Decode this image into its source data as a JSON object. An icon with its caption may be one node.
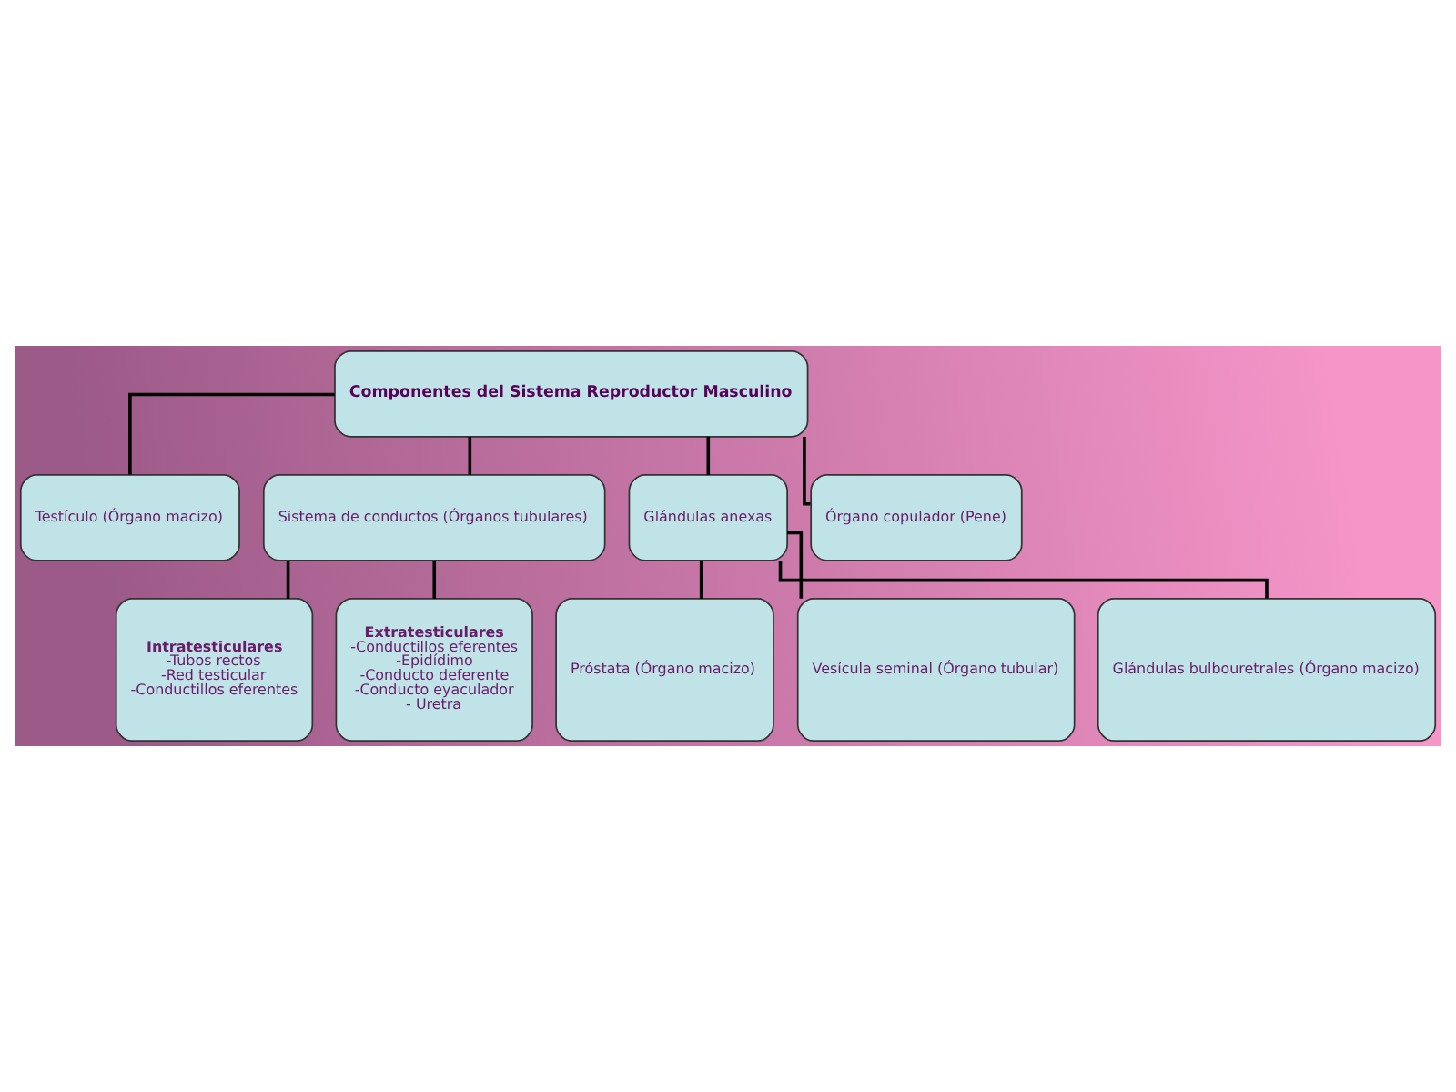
{
  "diagram": {
    "nodes": [
      {
        "text": [
          "Componentes del Sistema Reproductor Masculino"
        ]
      },
      {
        "text": [
          "Testículo (Órgano macizo)"
        ]
      },
      {
        "text": [
          "Sistema de conductos (Órganos tubulares)"
        ]
      },
      {
        "text": [
          "Glándulas anexas"
        ]
      },
      {
        "text": [
          "Órgano copulador (Pene)"
        ]
      },
      {
        "text": [
          "Intratesticulares",
          "-Tubos rectos",
          "-Red testicular",
          "-Conductillos eferentes"
        ]
      },
      {
        "text": [
          "Extratesticulares",
          "-Conductillos eferentes",
          "-Epidídimo",
          "-Conducto deferente",
          "-Conducto eyaculador",
          "- Uretra"
        ]
      },
      {
        "text": [
          "Próstata (Órgano macizo)"
        ]
      },
      {
        "text": [
          "Vesícula seminal (Órgano tubular)"
        ]
      },
      {
        "text": [
          "Glándulas bulbouretrales (Órgano macizo)"
        ]
      }
    ],
    "edges": [
      {
        "from": 0,
        "to": 1,
        "arrow": "none"
      },
      {
        "from": 0,
        "to": 2,
        "arrow": "none"
      },
      {
        "from": 0,
        "to": 3,
        "arrow": "none"
      },
      {
        "from": 0,
        "to": 4,
        "arrow": "none"
      },
      {
        "from": 2,
        "to": 5,
        "arrow": "none"
      },
      {
        "from": 2,
        "to": 6,
        "arrow": "none"
      },
      {
        "from": 3,
        "to": 7,
        "arrow": "none"
      },
      {
        "from": 3,
        "to": 8,
        "arrow": "none"
      },
      {
        "from": 3,
        "to": 9,
        "arrow": "none"
      }
    ]
  }
}
